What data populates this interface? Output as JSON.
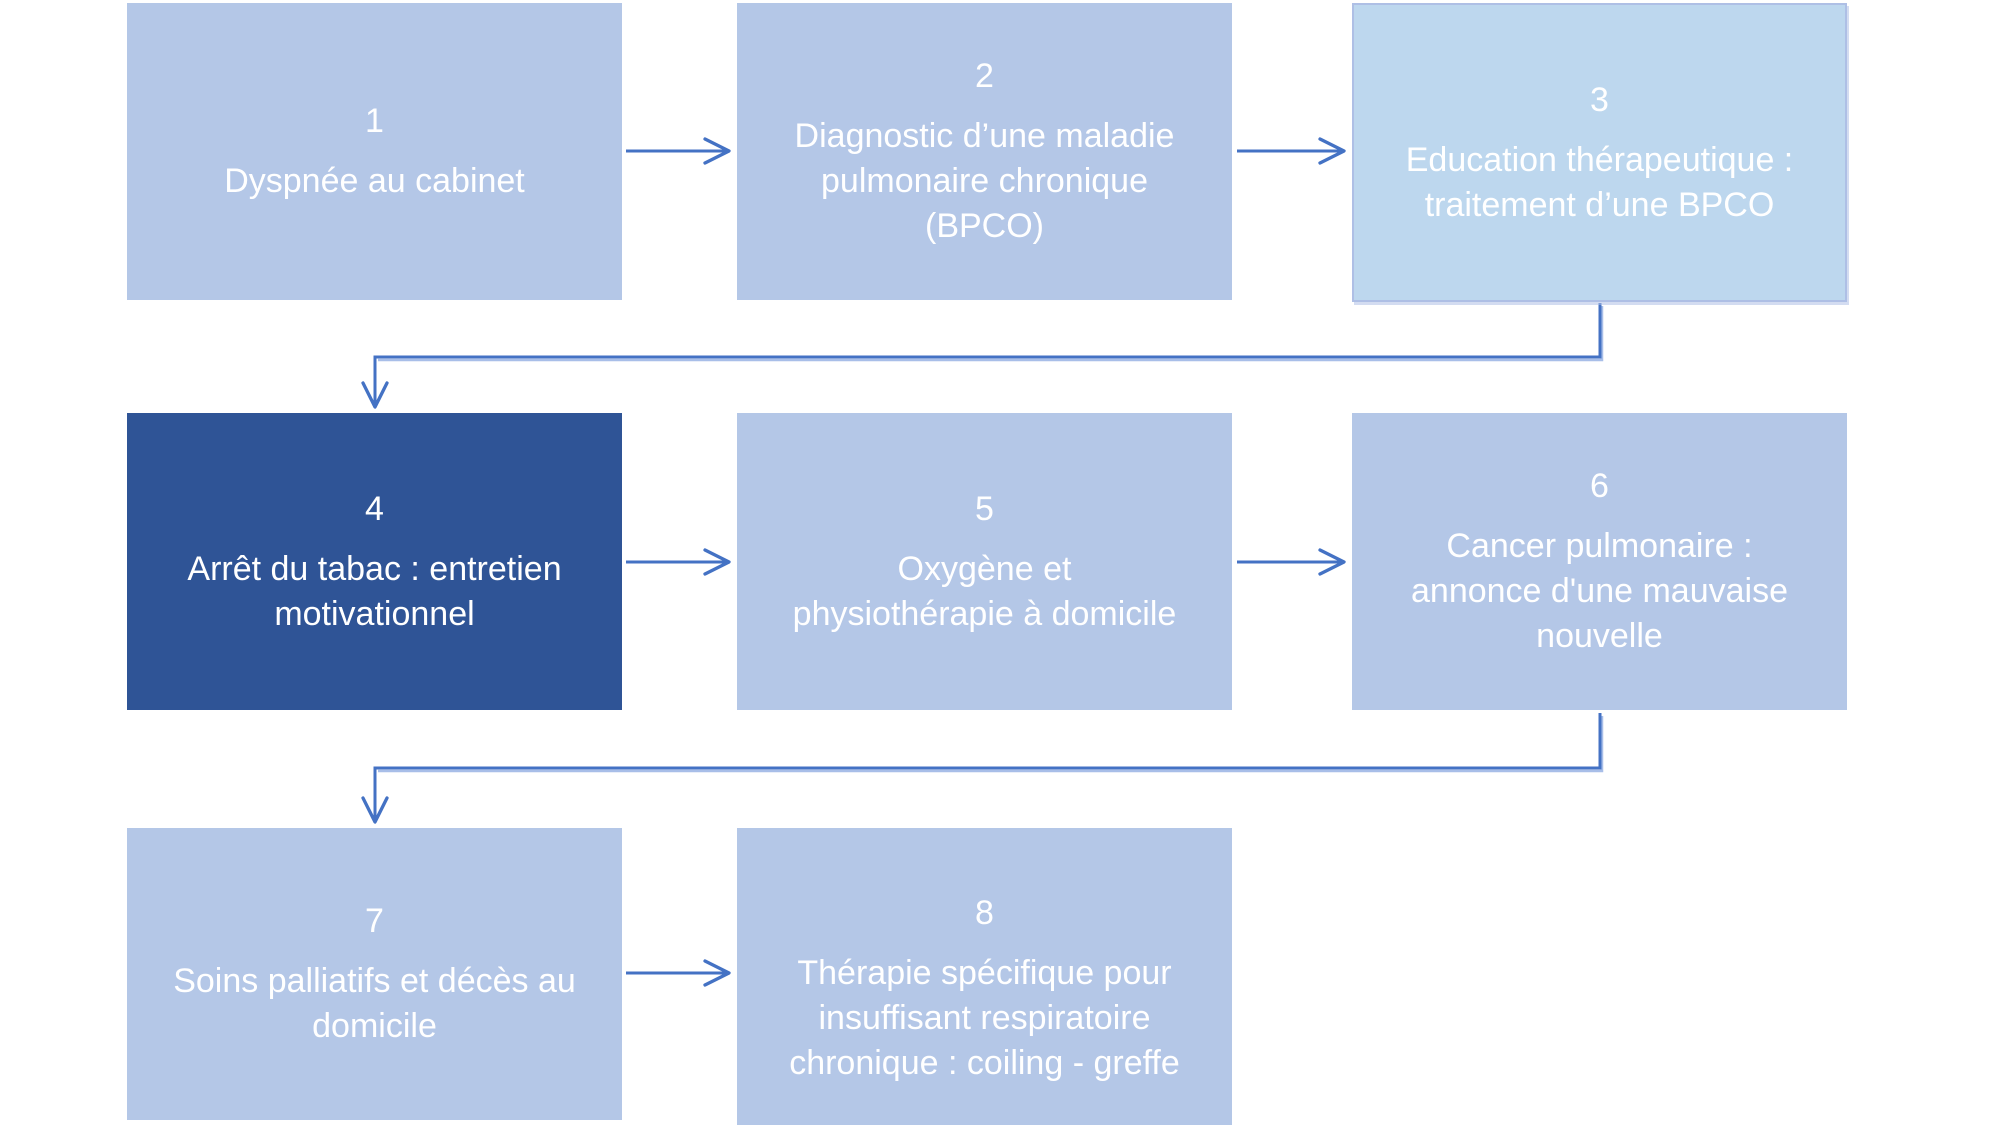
{
  "diagram": {
    "background": "#FFFFFF",
    "colors": {
      "box_fill_light": "#B4C7E7",
      "box_fill_lighter": "#BDD7EE",
      "box_border_lighter": "#AEBFE5",
      "box_fill_highlight": "#2F5496",
      "arrow": "#4472C4",
      "arrow_shadow": "#A8BEE8",
      "text": "#FFFFFF"
    },
    "nodes": [
      {
        "number": "1",
        "label": "Dyspnée au cabinet",
        "lines": [
          "Dyspnée au cabinet"
        ],
        "variant": "light"
      },
      {
        "number": "2",
        "label": "Diagnostic d’une maladie pulmonaire chronique (BPCO)",
        "lines": [
          "Diagnostic d’une maladie",
          "pulmonaire chronique",
          "(BPCO)"
        ],
        "variant": "light"
      },
      {
        "number": "3",
        "label": "Education thérapeutique : traitement d’une BPCO",
        "lines": [
          "Education thérapeutique :",
          "traitement d’une BPCO"
        ],
        "variant": "lighter"
      },
      {
        "number": "4",
        "label": "Arrêt du tabac : entretien motivationnel",
        "lines": [
          "Arrêt du tabac : entretien",
          "motivationnel"
        ],
        "variant": "dark"
      },
      {
        "number": "5",
        "label": "Oxygène et physiothérapie à domicile",
        "lines": [
          "Oxygène et",
          "physiothérapie à domicile"
        ],
        "variant": "light"
      },
      {
        "number": "6",
        "label": "Cancer pulmonaire : annonce d'une mauvaise nouvelle",
        "lines": [
          "Cancer pulmonaire :",
          "annonce d'une mauvaise",
          "nouvelle"
        ],
        "variant": "light"
      },
      {
        "number": "7",
        "label": "Soins palliatifs et décès au domicile",
        "lines": [
          "Soins palliatifs et décès au",
          "domicile"
        ],
        "variant": "light"
      },
      {
        "number": "8",
        "label": "Thérapie spécifique pour insuffisant respiratoire chronique : coiling - greffe",
        "lines": [
          "Thérapie spécifique pour",
          "insuffisant respiratoire",
          "chronique : coiling - greffe"
        ],
        "variant": "light"
      }
    ],
    "connections": [
      {
        "from": "1",
        "to": "2",
        "type": "arrow-right"
      },
      {
        "from": "2",
        "to": "3",
        "type": "arrow-right"
      },
      {
        "from": "3",
        "to": "4",
        "type": "elbow-down-left"
      },
      {
        "from": "4",
        "to": "5",
        "type": "arrow-right"
      },
      {
        "from": "5",
        "to": "6",
        "type": "arrow-right"
      },
      {
        "from": "6",
        "to": "7",
        "type": "elbow-down-left"
      },
      {
        "from": "7",
        "to": "8",
        "type": "arrow-right"
      }
    ]
  }
}
